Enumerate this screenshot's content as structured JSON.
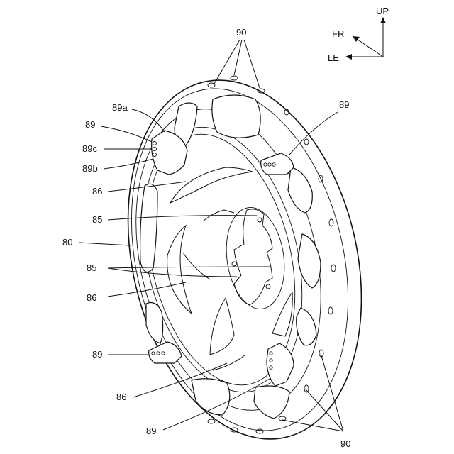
{
  "orientation": {
    "up": "UP",
    "fr": "FR",
    "le": "LE"
  },
  "callouts": {
    "c90_top": "90",
    "c89a": "89a",
    "c89_left": "89",
    "c89c": "89c",
    "c89b": "89b",
    "c86_upper": "86",
    "c85_upper": "85",
    "c80": "80",
    "c85_lower": "85",
    "c86_middle": "86",
    "c89_lower_left": "89",
    "c86_lower": "86",
    "c89_bottom": "89",
    "c89_right": "89",
    "c90_bottom": "90"
  }
}
